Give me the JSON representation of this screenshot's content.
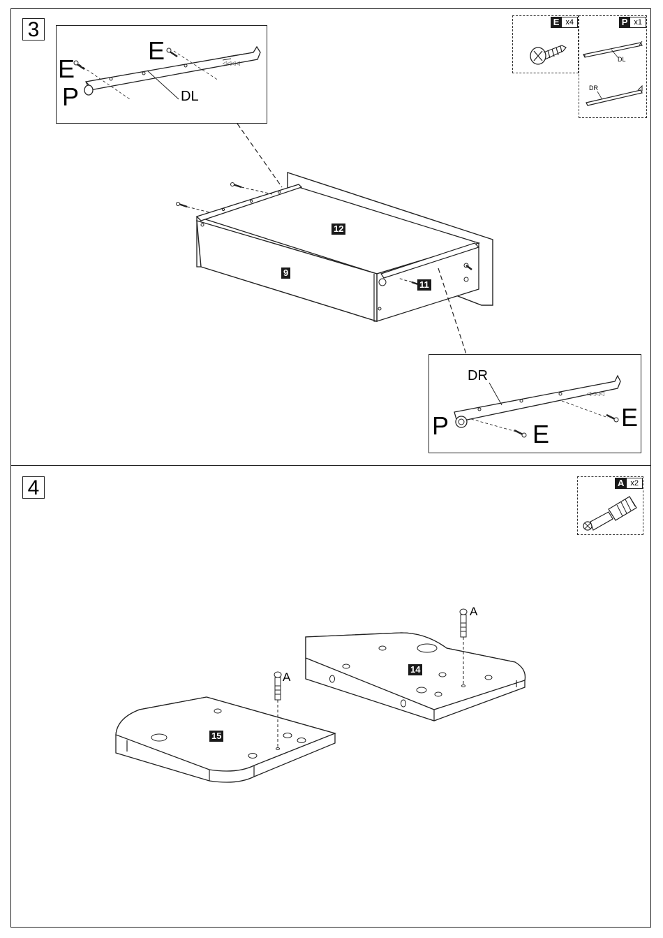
{
  "steps": [
    {
      "number": "3",
      "hardware": [
        {
          "letter": "E",
          "count": "x4",
          "icon": "screw-icon"
        },
        {
          "letter": "P",
          "count": "x1",
          "icon": "drawer-runner-icon"
        }
      ],
      "hardware_runner_labels": {
        "left": "DL",
        "right": "DR"
      },
      "left_detail": {
        "label_e": "E",
        "label_e2": "E",
        "label_p": "P",
        "runner": "DL"
      },
      "right_detail": {
        "label_e": "E",
        "label_e2": "E",
        "label_p": "P",
        "runner": "DR"
      },
      "parts": {
        "bottom": "12",
        "front": "9",
        "side": "11"
      }
    },
    {
      "number": "4",
      "hardware": [
        {
          "letter": "A",
          "count": "x2",
          "icon": "cam-dowel-icon"
        }
      ],
      "dowel_label": "A",
      "parts": {
        "back_panel": "14",
        "front_panel": "15"
      }
    }
  ]
}
